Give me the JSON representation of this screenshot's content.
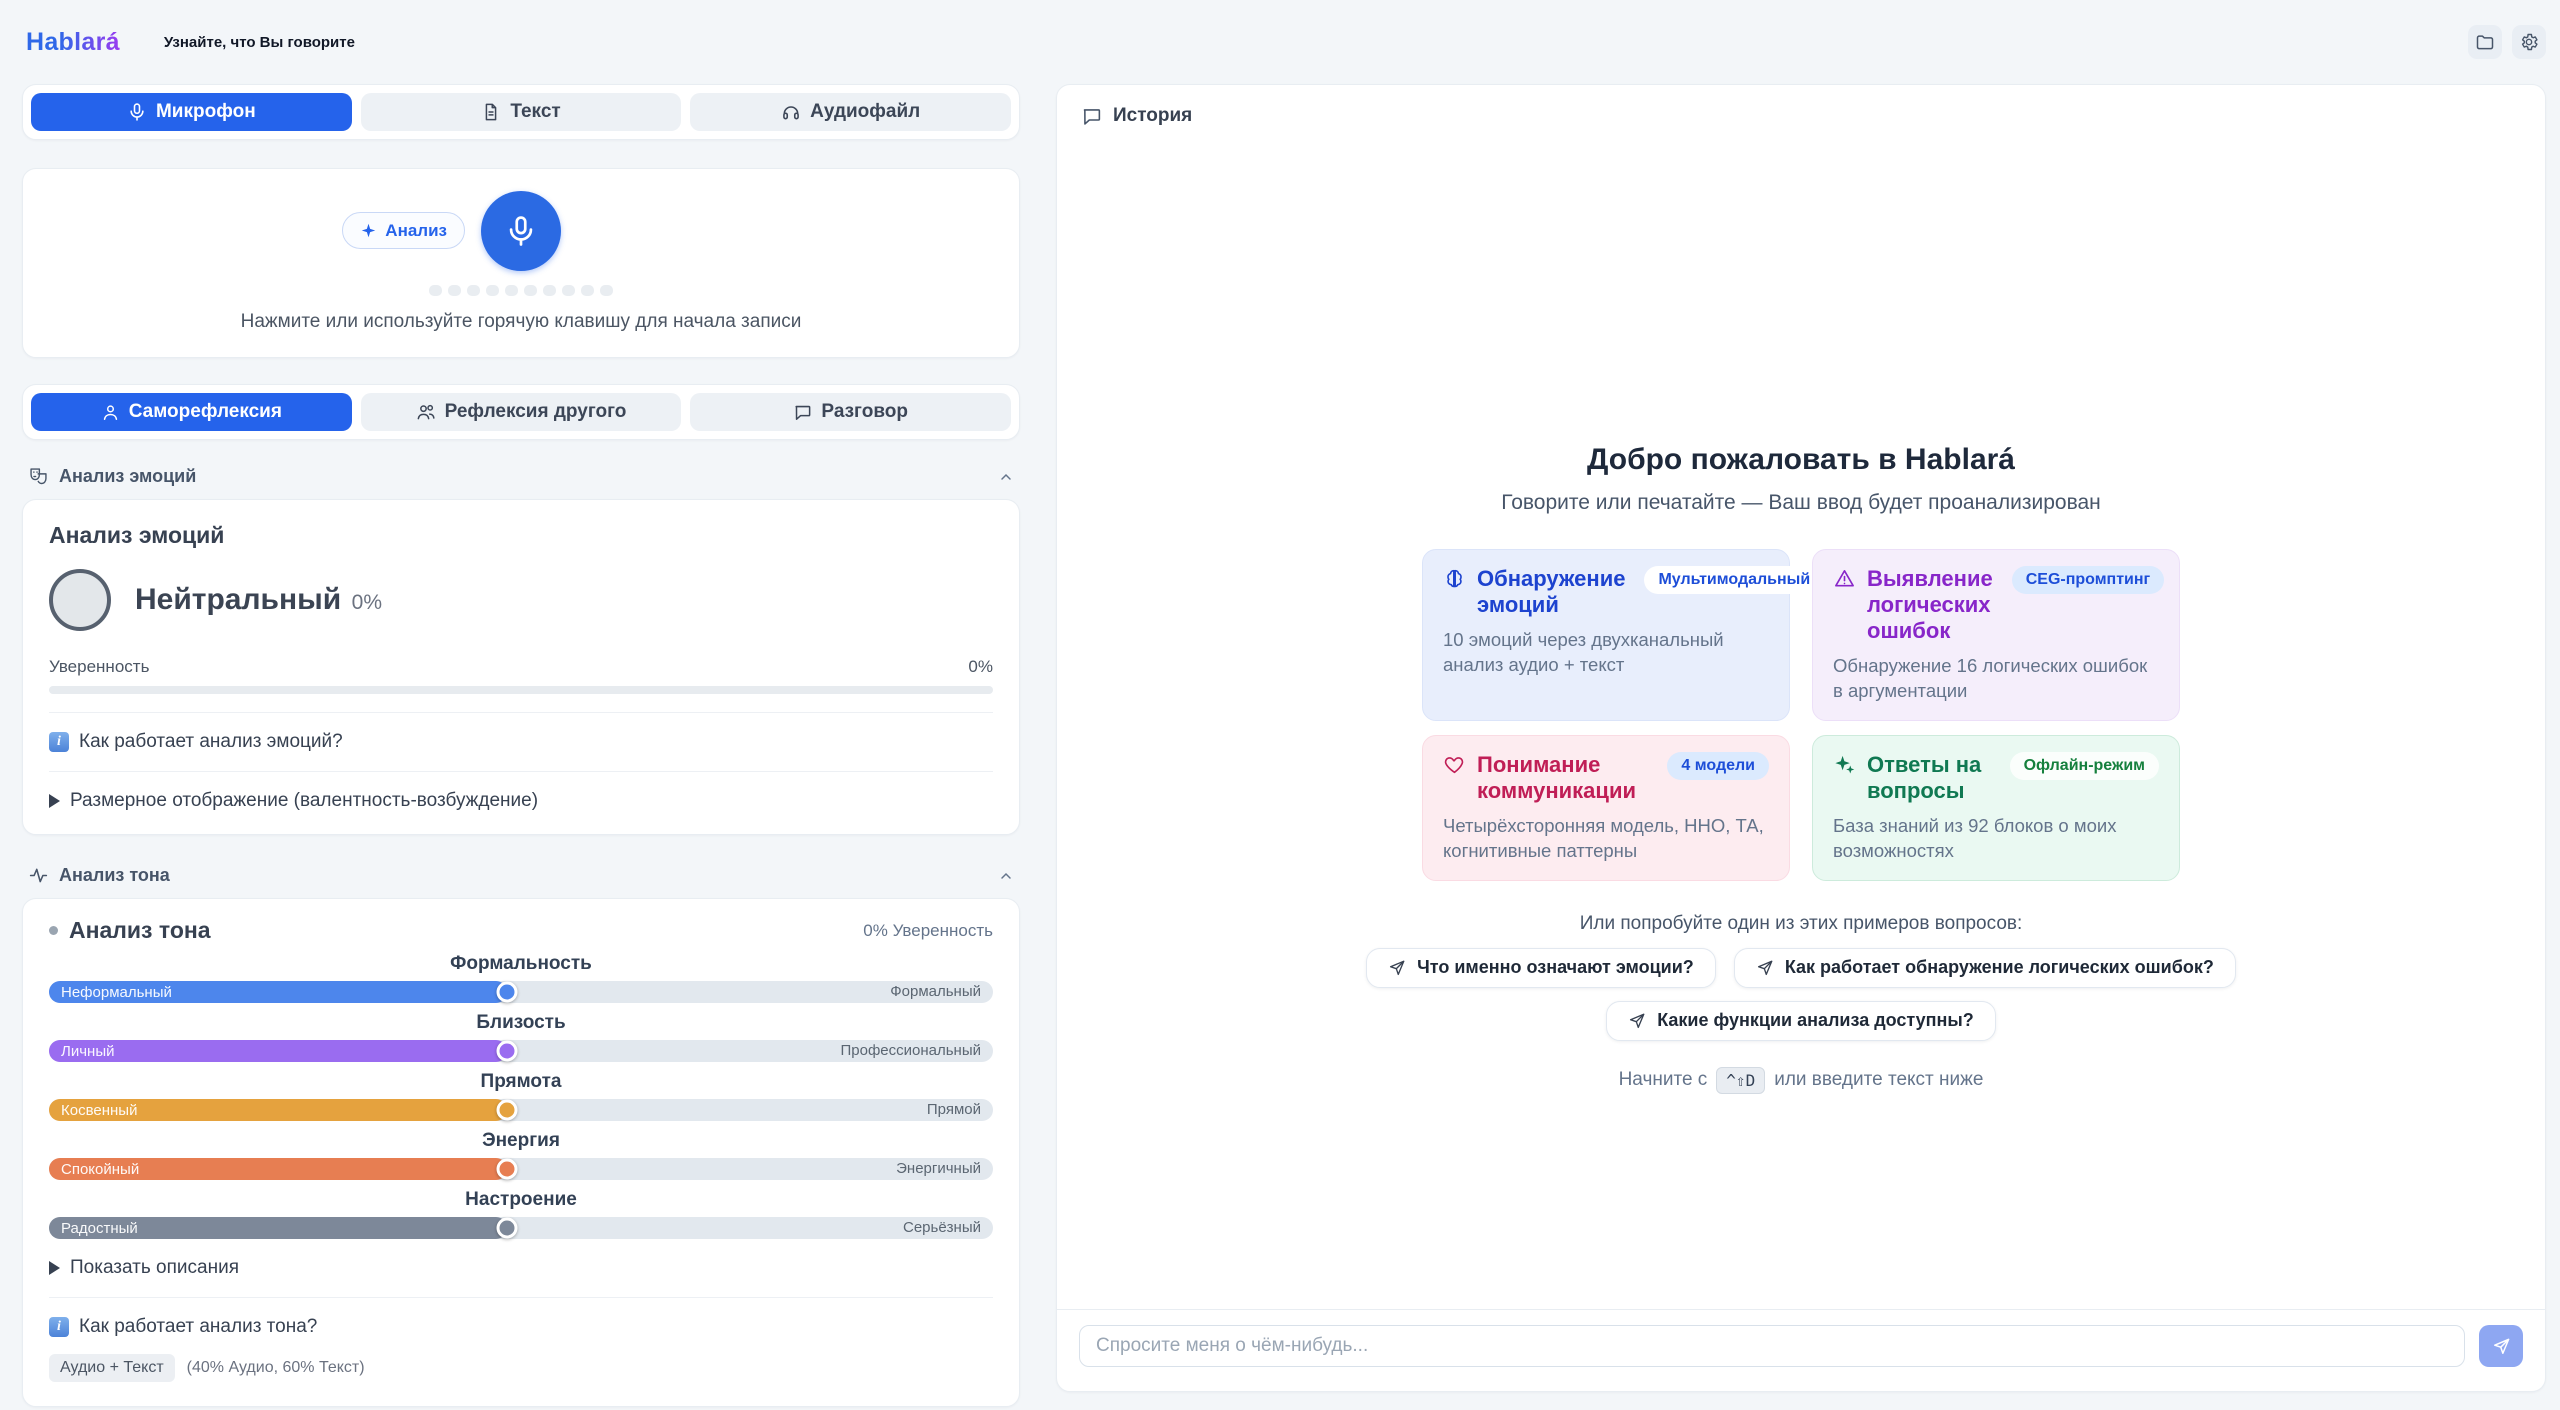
{
  "header": {
    "logo": "Hablará",
    "tagline": "Узнайте, что Вы говорите"
  },
  "input_modes": [
    {
      "label": "Микрофон"
    },
    {
      "label": "Текст"
    },
    {
      "label": "Аудиофайл"
    }
  ],
  "recorder": {
    "analysis_badge": "Анализ",
    "hint": "Нажмите или используйте горячую клавишу для начала записи"
  },
  "reflection_modes": [
    {
      "label": "Саморефлексия"
    },
    {
      "label": "Рефлексия другого"
    },
    {
      "label": "Разговор"
    }
  ],
  "emotion_section": {
    "section_title": "Анализ эмоций",
    "card_title": "Анализ эмоций",
    "emotion_label": "Нейтральный",
    "emotion_percent": "0%",
    "confidence_label": "Уверенность",
    "confidence_value": "0%",
    "how_link": "Как работает анализ эмоций?",
    "dimensional_toggle": "Размерное отображение (валентность-возбуждение)"
  },
  "tone_section": {
    "section_title": "Анализ тона",
    "card_title": "Анализ тона",
    "confidence": "0% Уверенность",
    "sliders": [
      {
        "name": "Формальность",
        "left": "Неформальный",
        "right": "Формальный",
        "value_pct": "48.5%",
        "color": "#4d86ec"
      },
      {
        "name": "Близость",
        "left": "Личный",
        "right": "Профессиональный",
        "value_pct": "48.5%",
        "color": "#9a6cf0"
      },
      {
        "name": "Прямота",
        "left": "Косвенный",
        "right": "Прямой",
        "value_pct": "48.5%",
        "color": "#e5a23e"
      },
      {
        "name": "Энергия",
        "left": "Спокойный",
        "right": "Энергичный",
        "value_pct": "48.5%",
        "color": "#e77e52"
      },
      {
        "name": "Настроение",
        "left": "Радостный",
        "right": "Серьёзный",
        "value_pct": "48.5%",
        "color": "#7d8899"
      }
    ],
    "show_descriptions": "Показать описания",
    "how_link": "Как работает анализ тона?",
    "source_badge": "Аудио + Текст",
    "source_detail": "(40% Аудио, 60% Текст)"
  },
  "history": {
    "title": "История",
    "welcome_title": "Добро пожаловать в Hablará",
    "welcome_subtitle": "Говорите или печатайте — Ваш ввод будет проанализирован",
    "features": [
      {
        "title": "Обнаружение эмоций",
        "badge": "Мультимодальный",
        "description": "10 эмоций через двухканальный анализ аудио + текст",
        "accent": "#1d43cf",
        "bg": "#e8eefc",
        "border": "#dbe4f9",
        "badge_bg": "#ffffff",
        "badge_color": "#1d4ed8"
      },
      {
        "title": "Выявление логических ошибок",
        "badge": "CEG-промптинг",
        "description": "Обнаружение 16 логических ошибок в аргументации",
        "accent": "#8826c9",
        "bg": "#f5eefb",
        "border": "#ecdff8",
        "badge_bg": "#dbeafe",
        "badge_color": "#1d4ed8"
      },
      {
        "title": "Понимание коммуникации",
        "badge": "4 модели",
        "description": "Четырёхсторонняя модель, ННО, ТА, когнитивные паттерны",
        "accent": "#c01e56",
        "bg": "#fdecf0",
        "border": "#fadbe3",
        "badge_bg": "#dbeafe",
        "badge_color": "#1d4ed8"
      },
      {
        "title": "Ответы на вопросы",
        "badge": "Офлайн-режим",
        "description": "База знаний из 92 блоков о моих возможностях",
        "accent": "#107952",
        "bg": "#eaf9f2",
        "border": "#cdebdc",
        "badge_bg": "#fbfefc",
        "badge_color": "#15803d"
      }
    ],
    "examples_label": "Или попробуйте один из этих примеров вопросов:",
    "examples": [
      {
        "label": "Что именно означают эмоции?"
      },
      {
        "label": "Как работает обнаружение логических ошибок?"
      },
      {
        "label": "Какие функции анализа доступны?"
      }
    ],
    "hotkey_prefix": "Начните с",
    "hotkey": "^⇧D",
    "hotkey_suffix": "или введите текст ниже"
  },
  "chat_input": {
    "placeholder": "Спросите меня о чём-нибудь..."
  }
}
